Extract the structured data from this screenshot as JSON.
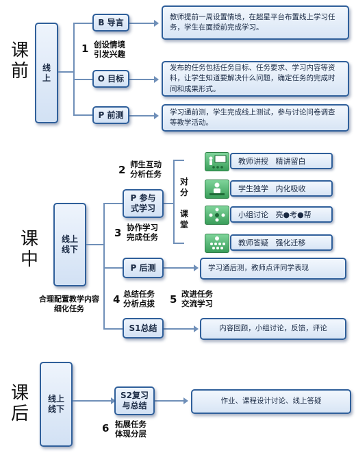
{
  "pre": {
    "stage": [
      "课",
      "前"
    ],
    "left_box": [
      "线",
      "上"
    ],
    "steps": [
      {
        "label": "B 导言",
        "desc": "教师提前一周设置情境，在超星平台布置线上学习任务，学生在面授前完成学习。"
      },
      {
        "label": "O 目标",
        "desc": "发布的任务包括任务目标、任务要求、学习内容等资料，让学生知道要解决什么问题，确定任务的完成时间和成果形式。"
      },
      {
        "label": "P 前测",
        "desc": "学习通前测，学生完成线上测试，参与讨论问卷调查等教学活动。"
      }
    ],
    "ann1": {
      "num": "1",
      "lines": [
        "创设情境",
        "引发兴趣"
      ]
    }
  },
  "mid": {
    "stage": [
      "课",
      "中"
    ],
    "left_box": [
      "线上",
      "线下"
    ],
    "left_caption": [
      "合理配置教学内容",
      "细化任务"
    ],
    "steps": [
      {
        "label": [
          "P 参与",
          "式学习"
        ]
      },
      {
        "label": [
          "P 后测"
        ],
        "desc": "学习通后测，教师点评同学表现"
      },
      {
        "label": [
          "S1总结"
        ],
        "desc": "内容回顾，小组讨论，反馈，评论"
      }
    ],
    "side_label": [
      "对",
      "分",
      "",
      "课",
      "堂"
    ],
    "methods": [
      {
        "icon": "lecture-icon",
        "text": "教师讲授   精讲留白"
      },
      {
        "icon": "student-study-icon",
        "text": "学生独学   内化吸收"
      },
      {
        "icon": "group-discussion-icon",
        "text": "小组讨论   亮●考●帮"
      },
      {
        "icon": "qa-icon",
        "text": "教师答疑   强化迁移"
      }
    ],
    "ann2": {
      "num": "2",
      "lines": [
        "师生互动",
        "分析任务"
      ]
    },
    "ann3": {
      "num": "3",
      "lines": [
        "协作学习",
        "完成任务"
      ]
    },
    "ann4": {
      "num": "4",
      "lines": [
        "总结任务",
        "分析点拨"
      ]
    },
    "ann5": {
      "num": "5",
      "lines": [
        "改进任务",
        "交流学习"
      ]
    }
  },
  "post": {
    "stage": [
      "课",
      "后"
    ],
    "left_box": [
      "线上",
      "线下"
    ],
    "step": {
      "label": [
        "S2复习",
        "与总结"
      ],
      "desc": "作业、课程设计讨论、线上答疑"
    },
    "ann6": {
      "num": "6",
      "lines": [
        "拓展任务",
        "体现分层"
      ]
    }
  },
  "colors": {
    "border": "#2f5f9a",
    "connector": "#6f8fb8",
    "icon_green": "#3a9e5a"
  }
}
